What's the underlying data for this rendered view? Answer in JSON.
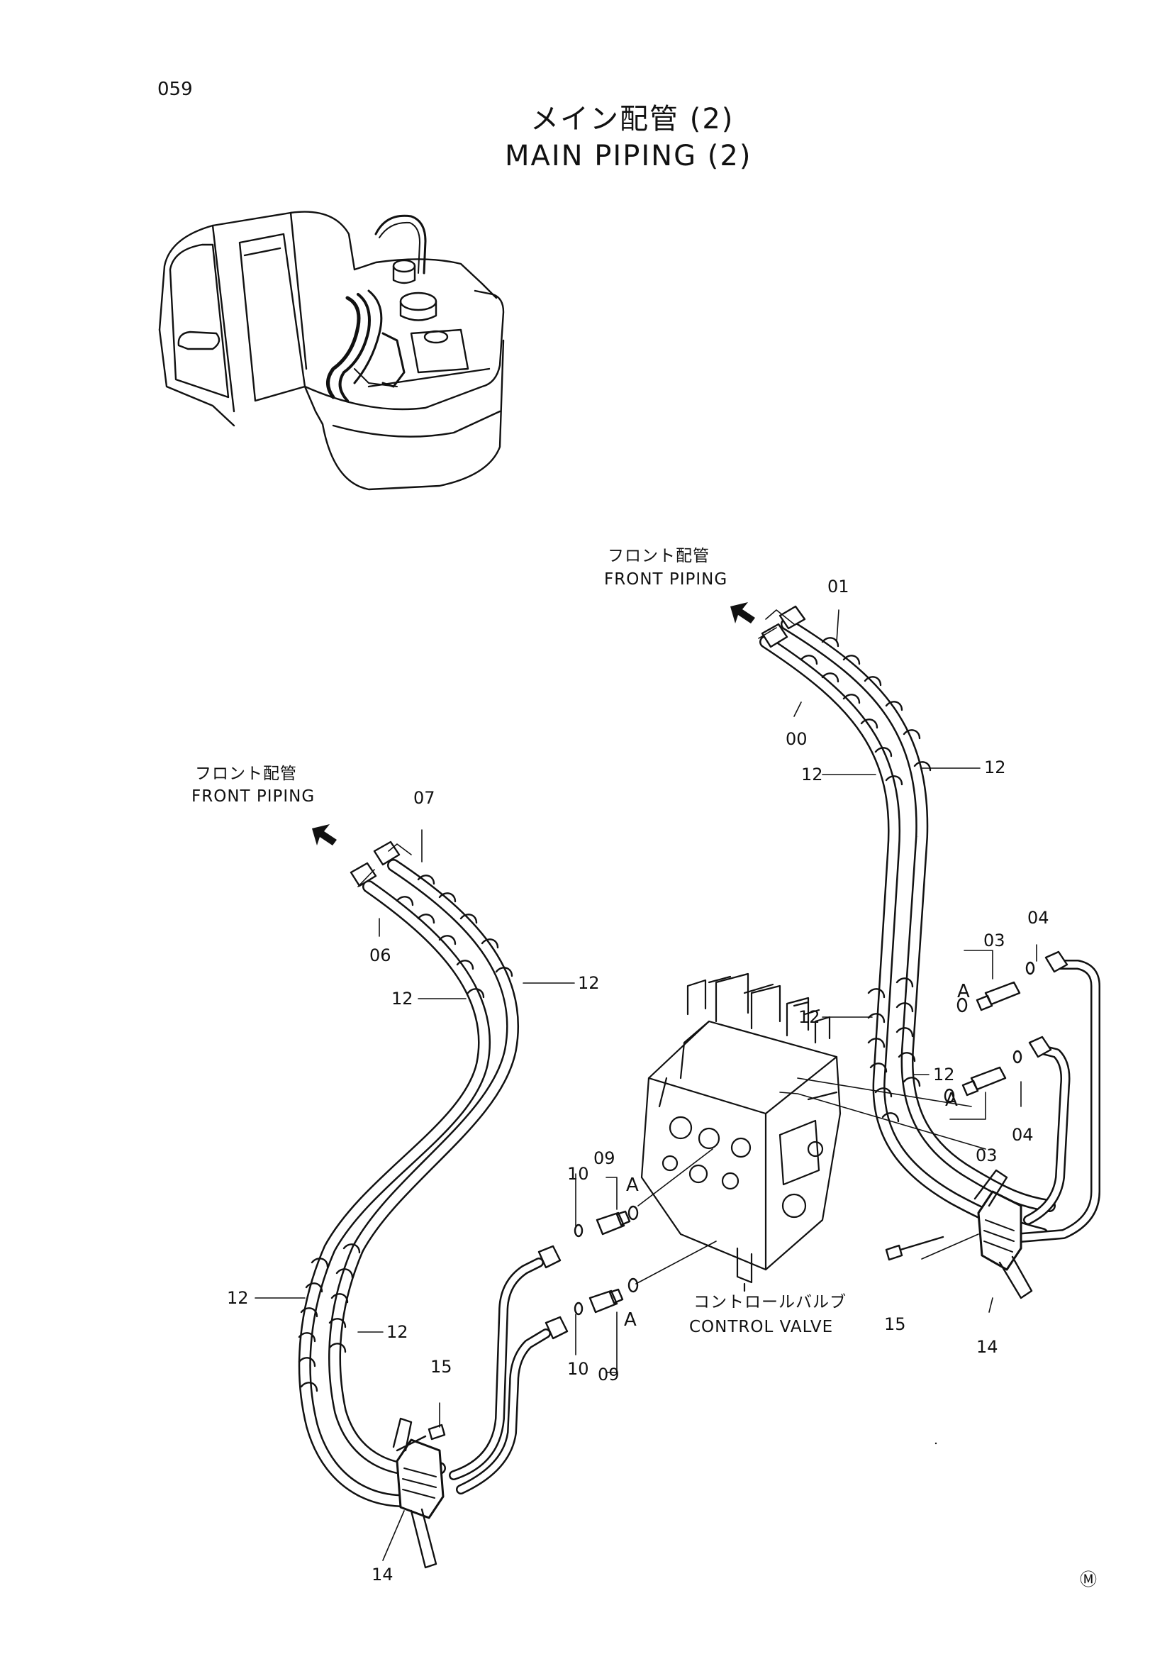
{
  "page_number": "059",
  "title_jp": "メイン配管 (2)",
  "title_en": "MAIN PIPING (2)",
  "labels": {
    "front_piping_jp": "フロント配管",
    "front_piping_en": "FRONT PIPING",
    "control_valve_jp": "コントロールバルブ",
    "control_valve_en": "CONTROL VALVE",
    "detail_a": "A",
    "corner_mark": "Ⓜ"
  },
  "part_numbers": {
    "p00": "00",
    "p01": "01",
    "p03": "03",
    "p04": "04",
    "p06": "06",
    "p07": "07",
    "p09": "09",
    "p10": "10",
    "p12": "12",
    "p14": "14",
    "p15": "15"
  }
}
